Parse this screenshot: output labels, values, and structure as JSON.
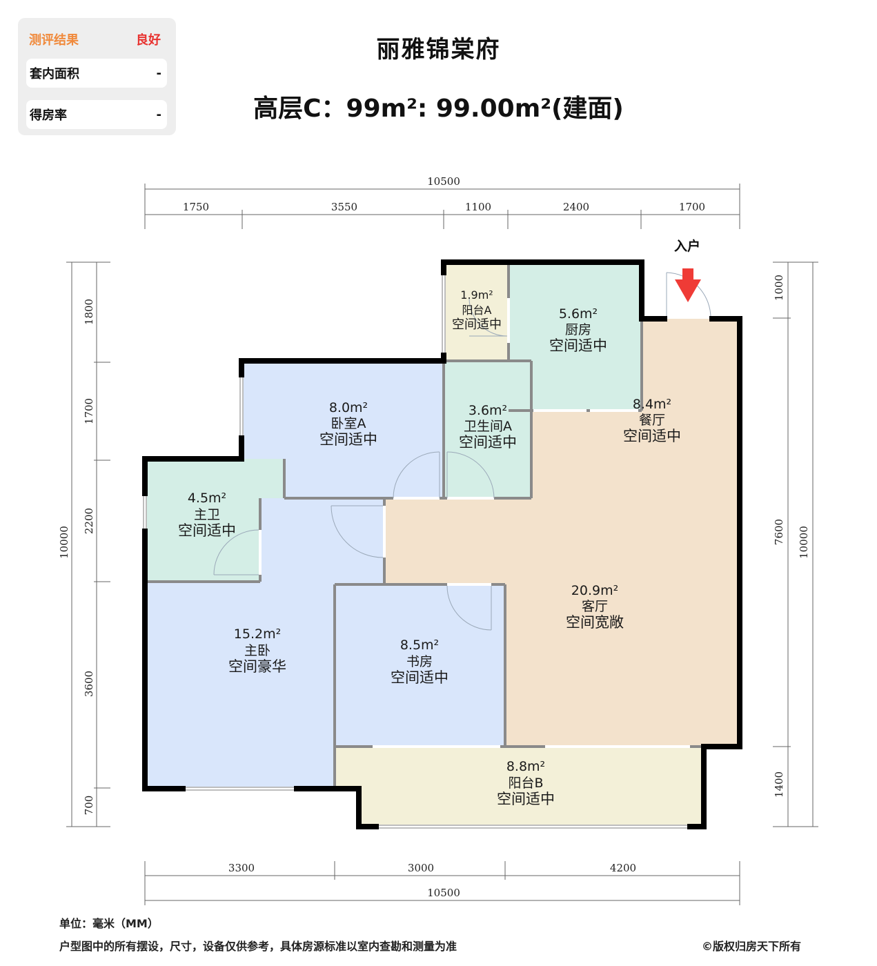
{
  "evaluation": {
    "label": "测评结果",
    "result": "良好",
    "rows": [
      {
        "label": "套内面积",
        "value": "-"
      },
      {
        "label": "得房率",
        "value": "-"
      }
    ],
    "colors": {
      "label": "#f08a3c",
      "result": "#e8322f"
    }
  },
  "header": {
    "project_name": "丽雅锦棠府",
    "unit_title": "高层C：99m²: 99.00m²(建面)"
  },
  "entry": {
    "label": "入户",
    "arrow_color": "#ef3b36"
  },
  "dimensions": {
    "top_total": "10500",
    "top_segments": [
      "1750",
      "3550",
      "1100",
      "2400",
      "1700"
    ],
    "bottom_segments": [
      "3300",
      "3000",
      "4200"
    ],
    "bottom_total": "10500",
    "left_total": "10000",
    "left_segments": [
      "1800",
      "1700",
      "2200",
      "3600",
      "700"
    ],
    "right_segments": [
      "1000",
      "7600",
      "1400"
    ],
    "right_total": "10000"
  },
  "rooms": {
    "balcony_a": {
      "area": "1.9m²",
      "name": "阳台A",
      "rating": "空间适中",
      "color": "#f3f0d8"
    },
    "kitchen": {
      "area": "5.6m²",
      "name": "厨房",
      "rating": "空间适中",
      "color": "#d4eee6"
    },
    "bedroom_a": {
      "area": "8.0m²",
      "name": "卧室A",
      "rating": "空间适中",
      "color": "#d9e6fb"
    },
    "bathroom_a": {
      "area": "3.6m²",
      "name": "卫生间A",
      "rating": "空间适中",
      "color": "#d4eee6"
    },
    "dining": {
      "area": "8.4m²",
      "name": "餐厅",
      "rating": "空间适中",
      "color": "#f3e2cc"
    },
    "master_bath": {
      "area": "4.5m²",
      "name": "主卫",
      "rating": "空间适中",
      "color": "#d4eee6"
    },
    "living": {
      "area": "20.9m²",
      "name": "客厅",
      "rating": "空间宽敞",
      "color": "#f3e2cc"
    },
    "master_bedroom": {
      "area": "15.2m²",
      "name": "主卧",
      "rating": "空间豪华",
      "color": "#d9e6fb"
    },
    "study": {
      "area": "8.5m²",
      "name": "书房",
      "rating": "空间适中",
      "color": "#d9e6fb"
    },
    "balcony_b": {
      "area": "8.8m²",
      "name": "阳台B",
      "rating": "空间适中",
      "color": "#f3f0d8"
    }
  },
  "footer": {
    "unit": "单位：毫米（MM）",
    "disclaimer": "户型图中的所有摆设，尺寸，设备仅供参考，具体房源标准以室内查勘和测量为准",
    "copyright": "©版权归房天下所有"
  }
}
